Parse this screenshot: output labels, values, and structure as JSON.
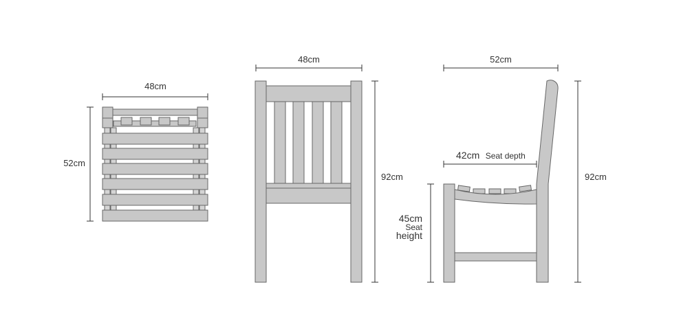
{
  "top_view": {
    "width_label": "48cm",
    "depth_label": "52cm"
  },
  "front_view": {
    "width_label": "48cm",
    "height_label": "92cm"
  },
  "side_view": {
    "depth_label": "52cm",
    "height_label": "92cm",
    "seat_depth_value": "42cm",
    "seat_depth_text": "Seat depth",
    "seat_height_value": "45cm",
    "seat_height_line1": "Seat",
    "seat_height_line2": "height"
  }
}
